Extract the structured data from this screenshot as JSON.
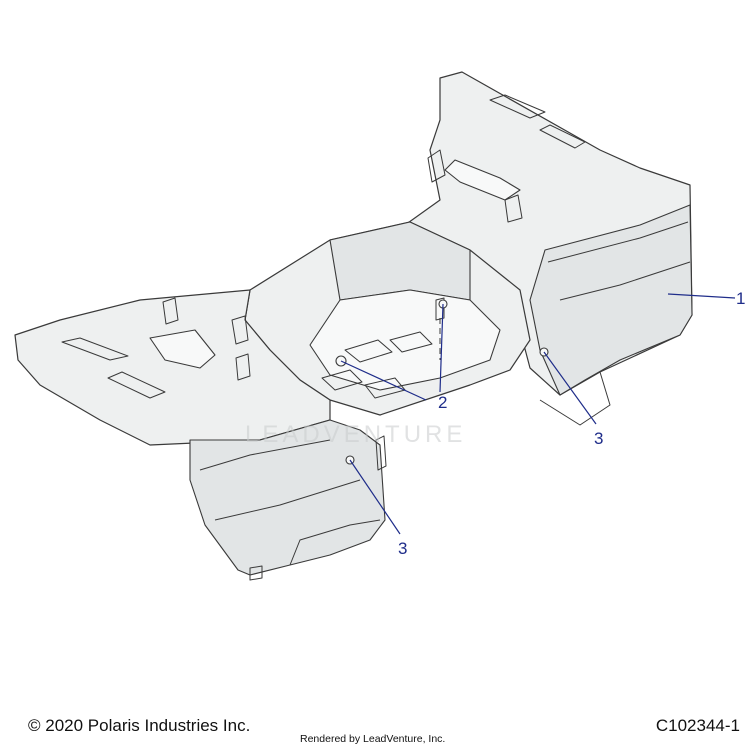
{
  "diagram": {
    "callouts": [
      {
        "id": "1",
        "label": "1"
      },
      {
        "id": "2",
        "label": "2"
      },
      {
        "id": "3a",
        "label": "3"
      },
      {
        "id": "3b",
        "label": "3"
      }
    ],
    "watermark": "LEADVENTURE",
    "colors": {
      "callout": "#1f2d8a",
      "part_line": "#3a3a3a",
      "part_fill": "#eef0f0"
    }
  },
  "footer": {
    "copyright": "© 2020 Polaris Industries Inc.",
    "rendered_by": "Rendered by LeadVenture, Inc.",
    "drawing_number": "C102344-1"
  }
}
